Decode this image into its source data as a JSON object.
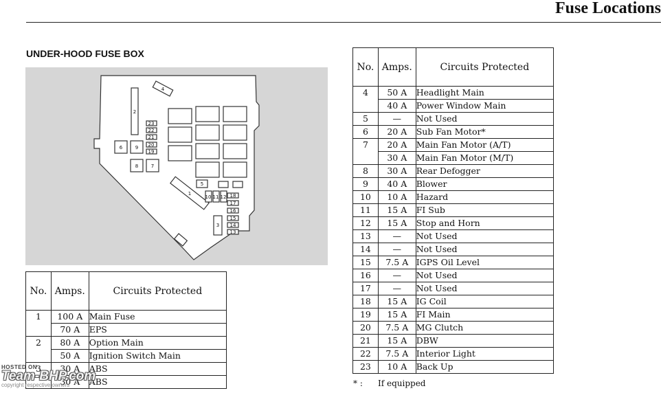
{
  "page": {
    "title": "Fuse Locations"
  },
  "section": {
    "title": "UNDER-HOOD FUSE BOX"
  },
  "diagram": {
    "labels": [
      "1",
      "2",
      "3",
      "4",
      "5",
      "6",
      "7",
      "8",
      "9",
      "10",
      "11",
      "12",
      "13",
      "14",
      "15",
      "16",
      "17",
      "18",
      "19",
      "20",
      "21",
      "22",
      "23"
    ]
  },
  "table_headers": {
    "no": "No.",
    "amps": "Amps.",
    "circuits": "Circuits Protected"
  },
  "left_table": {
    "rows": [
      {
        "no": "1",
        "amps": "100 A",
        "circuit": "Main Fuse"
      },
      {
        "no": "",
        "amps": "70 A",
        "circuit": "EPS"
      },
      {
        "no": "2",
        "amps": "80 A",
        "circuit": "Option Main"
      },
      {
        "no": "",
        "amps": "50 A",
        "circuit": "Ignition Switch Main"
      },
      {
        "no": "3",
        "amps": "30 A",
        "circuit": "ABS"
      },
      {
        "no": "",
        "amps": "30 A",
        "circuit": "ABS"
      }
    ]
  },
  "right_table": {
    "rows": [
      {
        "no": "4",
        "amps": "50 A",
        "circuit": "Headlight Main"
      },
      {
        "no": "",
        "amps": "40 A",
        "circuit": "Power Window Main"
      },
      {
        "no": "5",
        "amps": "—",
        "circuit": "Not Used"
      },
      {
        "no": "6",
        "amps": "20 A",
        "circuit": "Sub Fan Motor*"
      },
      {
        "no": "7",
        "amps": "20 A",
        "circuit": "Main Fan Motor (A/T)"
      },
      {
        "no": "",
        "amps": "30 A",
        "circuit": "Main Fan Motor (M/T)"
      },
      {
        "no": "8",
        "amps": "30 A",
        "circuit": "Rear Defogger"
      },
      {
        "no": "9",
        "amps": "40 A",
        "circuit": "Blower"
      },
      {
        "no": "10",
        "amps": "10 A",
        "circuit": "Hazard"
      },
      {
        "no": "11",
        "amps": "15 A",
        "circuit": "FI Sub"
      },
      {
        "no": "12",
        "amps": "15 A",
        "circuit": "Stop and Horn"
      },
      {
        "no": "13",
        "amps": "—",
        "circuit": "Not Used"
      },
      {
        "no": "14",
        "amps": "—",
        "circuit": "Not Used"
      },
      {
        "no": "15",
        "amps": "7.5 A",
        "circuit": "IGPS Oil Level"
      },
      {
        "no": "16",
        "amps": "—",
        "circuit": "Not Used"
      },
      {
        "no": "17",
        "amps": "—",
        "circuit": "Not Used"
      },
      {
        "no": "18",
        "amps": "15 A",
        "circuit": "IG Coil"
      },
      {
        "no": "19",
        "amps": "15 A",
        "circuit": "FI Main"
      },
      {
        "no": "20",
        "amps": "7.5 A",
        "circuit": "MG Clutch"
      },
      {
        "no": "21",
        "amps": "15 A",
        "circuit": "DBW"
      },
      {
        "no": "22",
        "amps": "7.5 A",
        "circuit": "Interior Light"
      },
      {
        "no": "23",
        "amps": "10 A",
        "circuit": "Back Up"
      }
    ]
  },
  "footnote": {
    "mark": "* :",
    "text": "If equipped"
  },
  "watermark": {
    "hosted": "HOSTED ON :",
    "brand": "Team-BHP.com",
    "copyright": "copyright respective owners"
  }
}
